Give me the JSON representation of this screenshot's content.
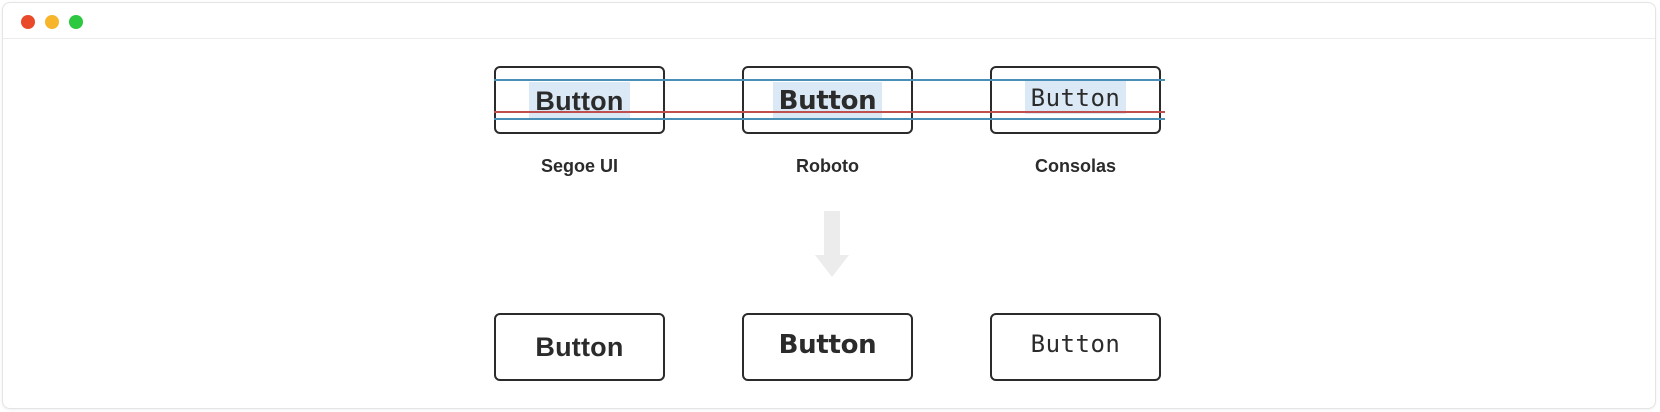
{
  "window": {
    "controls": {
      "close_color": "#e84a2a",
      "minimize_color": "#f7b52c",
      "maximize_color": "#2bc840"
    }
  },
  "colors": {
    "highlight": "#dbe9f7",
    "guide_top": "#4a8fb5",
    "guide_baseline": "#c0504d",
    "guide_bottom": "#4a8fb5",
    "arrow": "#ececec"
  },
  "before": [
    {
      "label": "Button",
      "font_caption": "Segoe UI"
    },
    {
      "label": "Button",
      "font_caption": "Roboto"
    },
    {
      "label": "Button",
      "font_caption": "Consolas"
    }
  ],
  "after": [
    {
      "label": "Button"
    },
    {
      "label": "Button"
    },
    {
      "label": "Button"
    }
  ],
  "arrow_icon": "arrow-down-icon"
}
